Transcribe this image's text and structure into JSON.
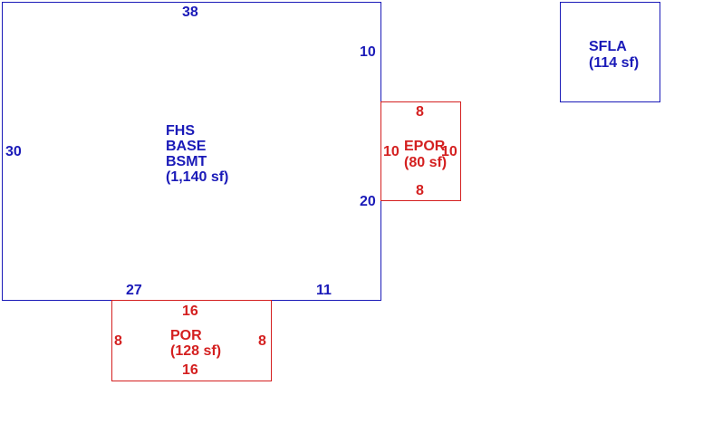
{
  "colors": {
    "living": "#1a1ab8",
    "porch": "#d42020",
    "background": "#ffffff"
  },
  "main_area": {
    "name_lines": [
      "FHS",
      "BASE",
      "BSMT"
    ],
    "area": "(1,140 sf)",
    "dims": {
      "top": "38",
      "left": "30",
      "right_upper": "10",
      "right_lower": "20",
      "bottom_left": "27",
      "bottom_right": "11"
    }
  },
  "sfla": {
    "name": "SFLA",
    "area": "(114 sf)"
  },
  "epor": {
    "name": "EPOR",
    "area": "(80 sf)",
    "dims": {
      "top": "8",
      "bottom": "8",
      "left": "10",
      "right": "10"
    }
  },
  "por": {
    "name": "POR",
    "area": "(128 sf)",
    "dims": {
      "top": "16",
      "bottom": "16",
      "left": "8",
      "right": "8"
    }
  }
}
